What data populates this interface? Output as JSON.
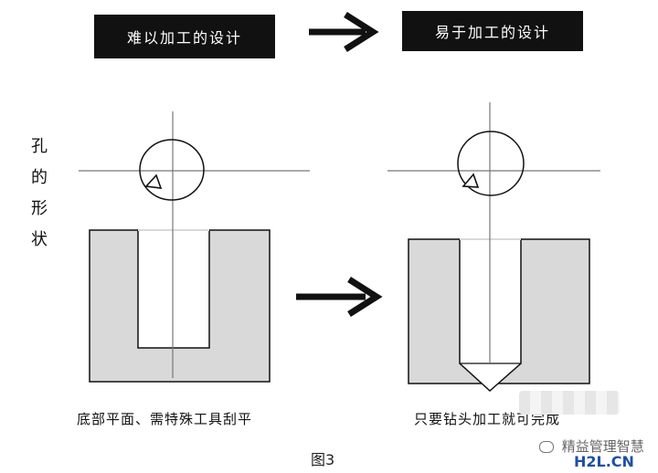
{
  "labels": {
    "hard_design": "难以加工的设计",
    "easy_design": "易于加工的设计",
    "hole_shape": "孔的形状",
    "left_caption": "底部平面、需特殊工具刮平",
    "right_caption": "只要钻头加工就可完成",
    "figure_caption": "图3",
    "watermark": "精益管理智慧",
    "watermark_logo": "H2L.CN"
  },
  "icons": {
    "top_arrow": "right-arrow-icon",
    "middle_arrow": "right-arrow-icon",
    "wechat": "chat-bubble-icon"
  },
  "colors": {
    "block_fill": "#d9d9d9",
    "stroke": "#111111",
    "label_bg": "#111111"
  }
}
